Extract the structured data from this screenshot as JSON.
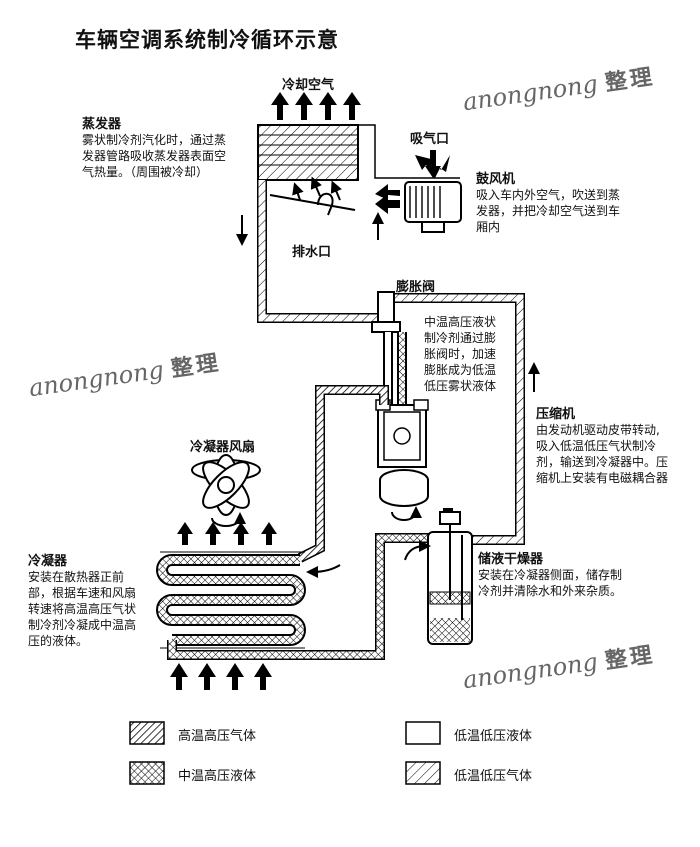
{
  "title": "车辆空调系统制冷循环示意",
  "watermark": {
    "text": "anongnong",
    "suffix": "整理"
  },
  "labels": {
    "cooling_air": "冷却空气",
    "intake": "吸气口",
    "drain": "排水口",
    "expansion_valve": "膨胀阀",
    "condenser_fan": "冷凝器风扇"
  },
  "evaporator": {
    "title": "蒸发器",
    "desc": [
      "雾状制冷剂汽化时，通过蒸",
      "发器管路吸收蒸发器表面空",
      "气热量。（周围被冷却）"
    ]
  },
  "blower": {
    "title": "鼓风机",
    "desc": [
      "吸入车内外空气，吹送到蒸",
      "发器，并把冷却空气送到车",
      "厢内"
    ]
  },
  "valve_note": {
    "desc": [
      "中温高压液状",
      "制冷剂通过膨",
      "胀阀时，加速",
      "膨胀成为低温",
      "低压雾状液体"
    ]
  },
  "compressor": {
    "title": "压缩机",
    "desc": [
      "由发动机驱动皮带转动,",
      "吸入低温低压气状制冷",
      "剂，输送到冷凝器中。压",
      "缩机上安装有电磁耦合器"
    ]
  },
  "condenser": {
    "title": "冷凝器",
    "desc": [
      "安装在散热器正前",
      "部，根据车速和风扇",
      "转速将高温高压气状",
      "制冷剂冷凝成中温高",
      "压的液体。"
    ]
  },
  "receiver": {
    "title": "储液干燥器",
    "desc": [
      "安装在冷凝器侧面，储存制",
      "冷剂并清除水和外来杂质。"
    ]
  },
  "legend": [
    {
      "label": "高温高压气体",
      "pattern": "hatch-dense"
    },
    {
      "label": "中温高压液体",
      "pattern": "crosshatch"
    },
    {
      "label": "低温低压液体",
      "pattern": "blank"
    },
    {
      "label": "低温低压气体",
      "pattern": "hatch-sparse"
    }
  ]
}
